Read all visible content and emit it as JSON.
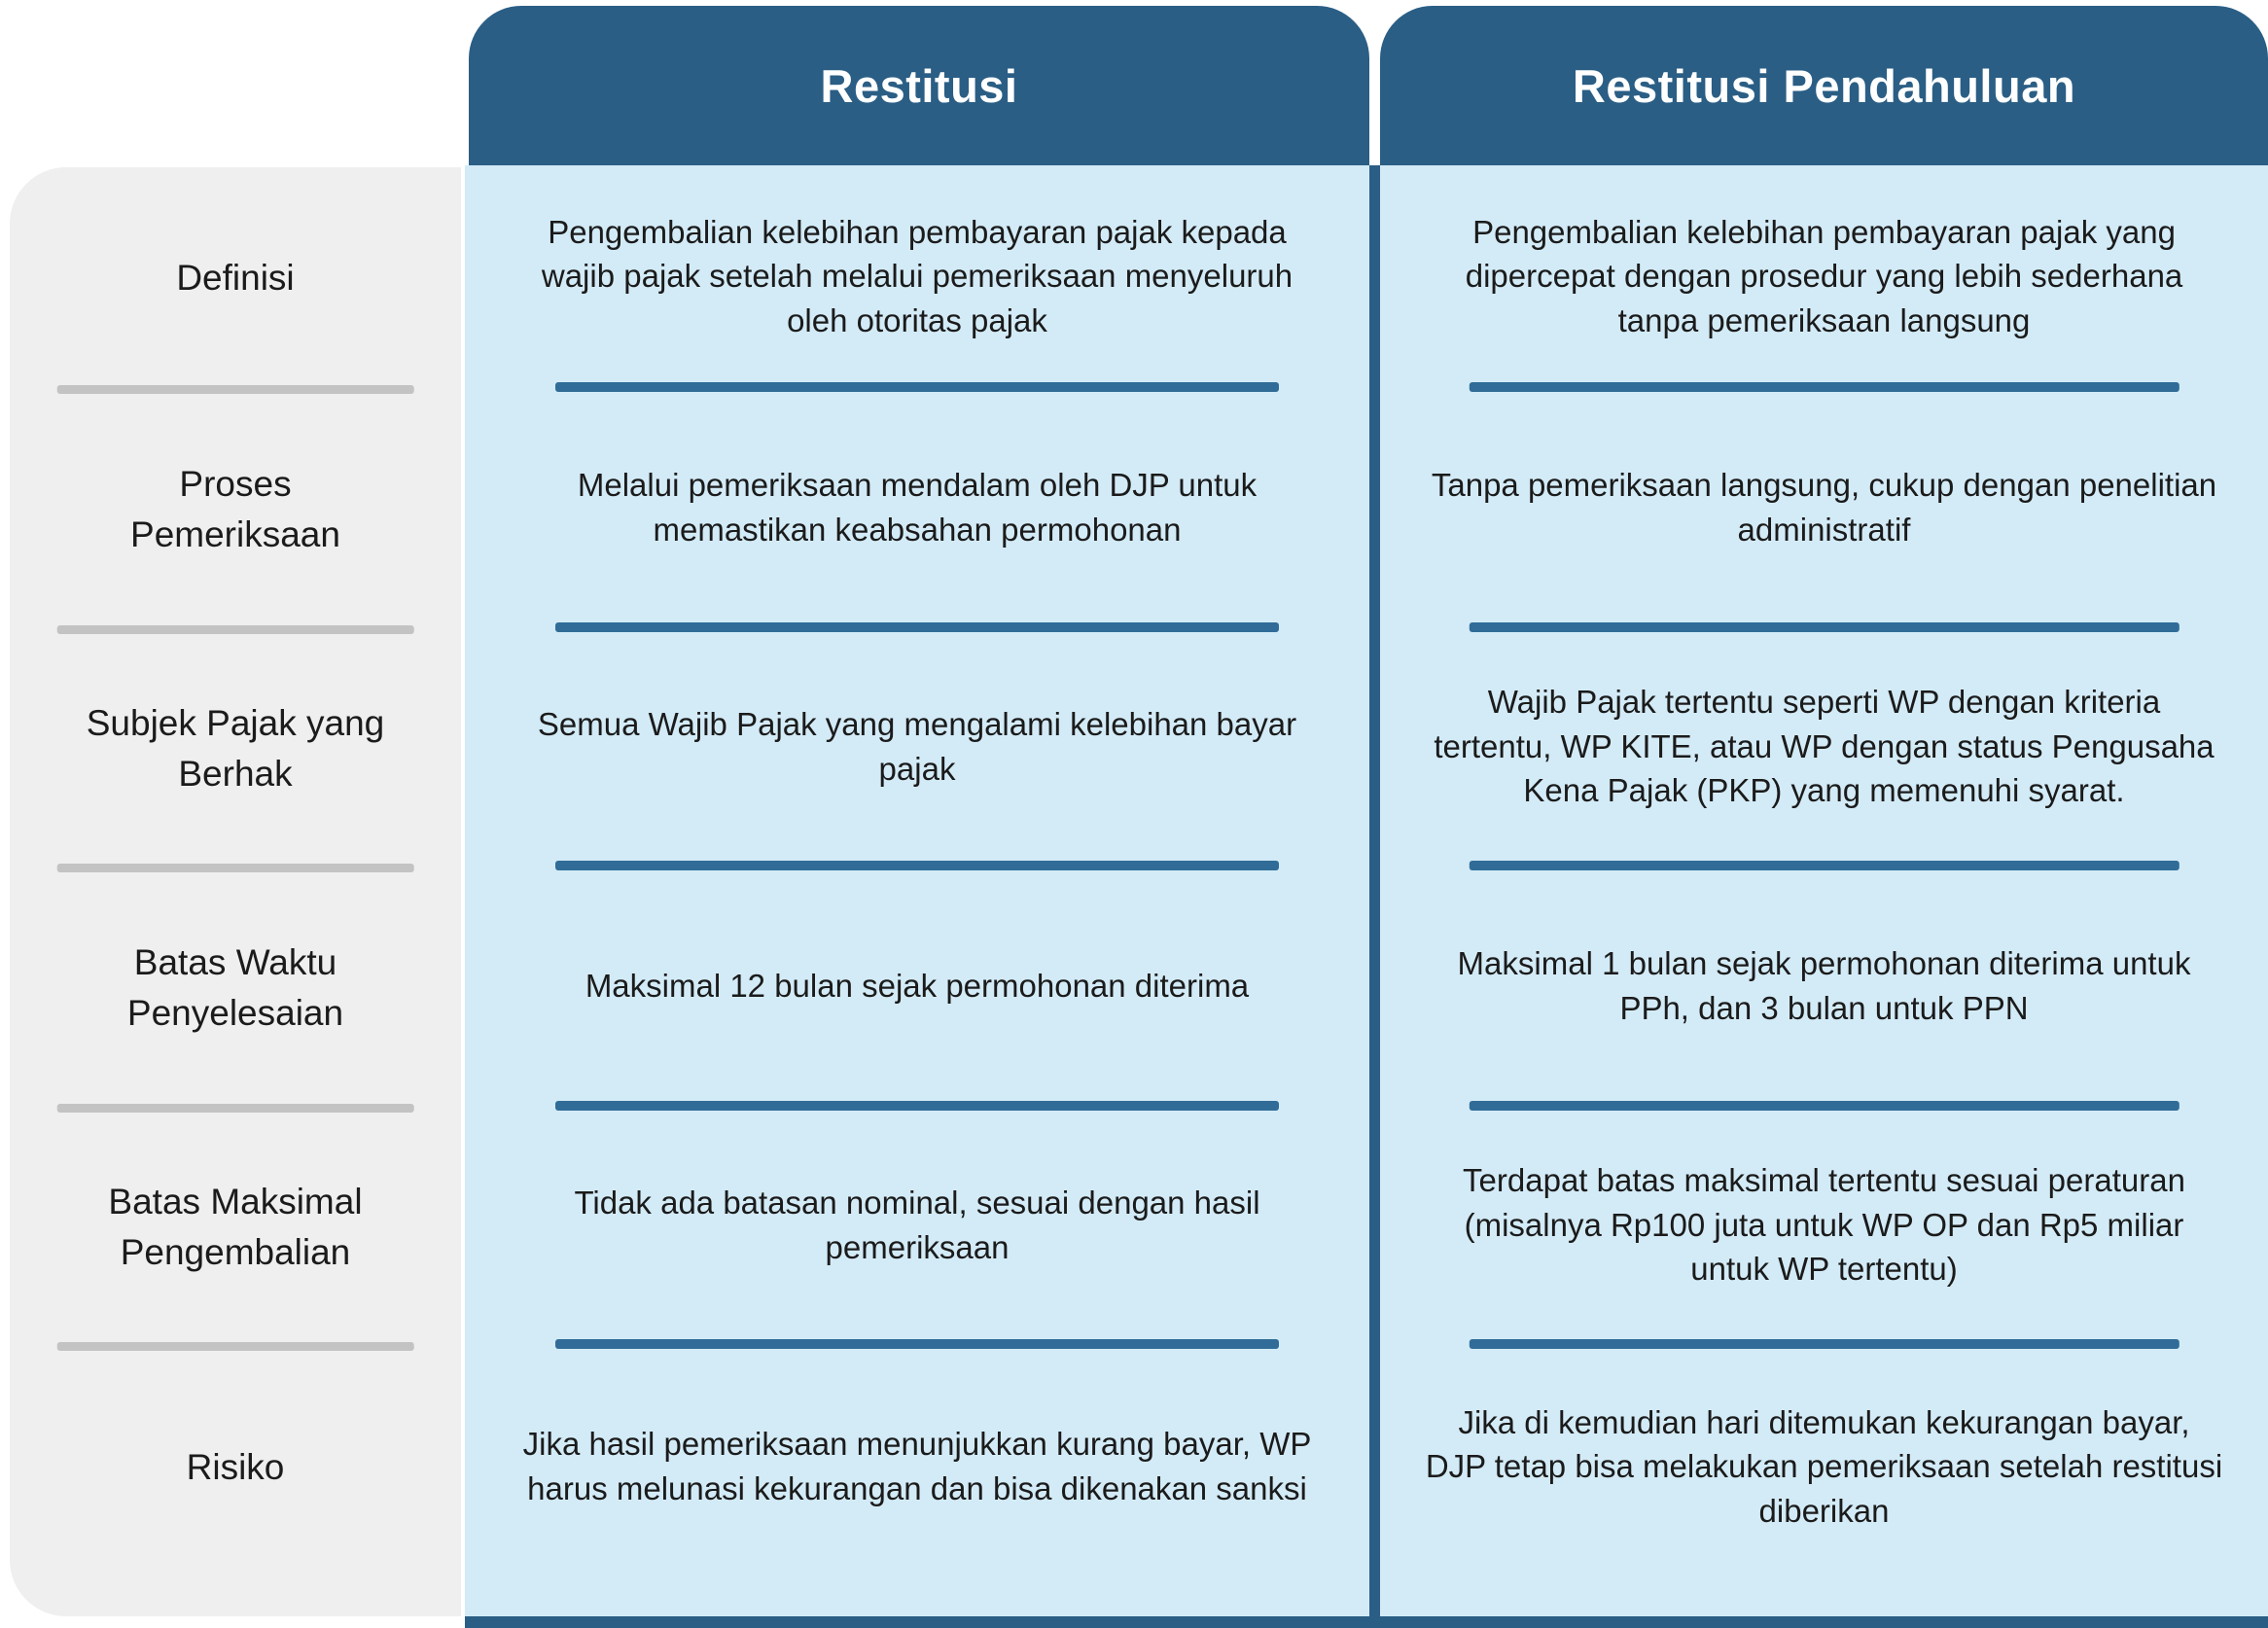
{
  "header": {
    "col1": "Restitusi",
    "col2": "Restitusi Pendahuluan"
  },
  "rows": [
    {
      "label": "Definisi",
      "col1": "Pengembalian kelebihan pembayaran pajak kepada wajib pajak setelah melalui pemeriksaan menyeluruh oleh otoritas pajak",
      "col2": "Pengembalian kelebihan pembayaran pajak yang dipercepat dengan prosedur yang lebih sederhana tanpa pemeriksaan langsung"
    },
    {
      "label": "Proses\nPemeriksaan",
      "col1": "Melalui pemeriksaan mendalam oleh DJP untuk memastikan keabsahan permohonan",
      "col2": "Tanpa pemeriksaan langsung, cukup dengan penelitian administratif"
    },
    {
      "label": "Subjek Pajak yang\nBerhak",
      "col1": "Semua Wajib Pajak yang mengalami kelebihan bayar pajak",
      "col2": "Wajib Pajak tertentu seperti WP dengan kriteria tertentu, WP KITE, atau WP dengan status Pengusaha Kena Pajak (PKP) yang memenuhi syarat."
    },
    {
      "label": "Batas Waktu\nPenyelesaian",
      "col1": "Maksimal 12 bulan sejak permohonan diterima",
      "col2": "Maksimal 1 bulan sejak permohonan diterima untuk PPh, dan 3 bulan untuk PPN"
    },
    {
      "label": "Batas Maksimal\nPengembalian",
      "col1": "Tidak ada batasan nominal, sesuai dengan hasil pemeriksaan",
      "col2": "Terdapat batas maksimal tertentu sesuai peraturan (misalnya Rp100 juta untuk WP OP dan Rp5 miliar untuk WP tertentu)"
    },
    {
      "label": "Risiko",
      "col1": "Jika hasil pemeriksaan menunjukkan kurang bayar, WP harus melunasi kekurangan dan bisa dikenakan sanksi",
      "col2": "Jika di kemudian hari ditemukan kekurangan bayar, DJP tetap bisa melakukan pemeriksaan setelah restitusi diberikan"
    }
  ],
  "colors": {
    "header_blue": "#2A5E85",
    "cell_blue": "#D3EBF7",
    "divider_blue": "#306C97",
    "label_bg": "#EFEFEF",
    "label_divider": "#C3C3C3",
    "text": "#1B1B1B"
  }
}
